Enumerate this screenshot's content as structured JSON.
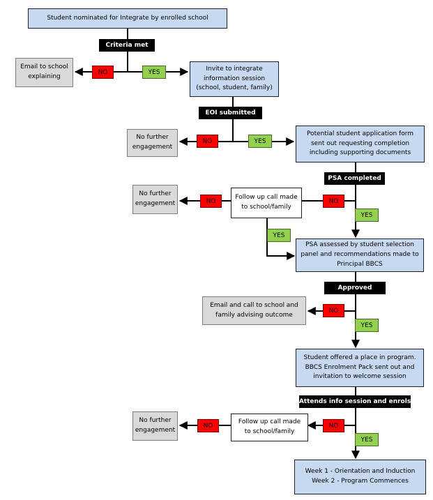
{
  "boxes": {
    "nominated": "Student nominated for Integrate by enrolled school",
    "email_school": [
      "Email to school",
      "explaining"
    ],
    "invite": [
      "Invite to integrate",
      "information session",
      "(school, student, family)"
    ],
    "no_further_1": [
      "No further",
      "engagement"
    ],
    "potential": [
      "Potential student application form",
      "sent out requesting completion",
      "including supporting documents"
    ],
    "no_further_2": [
      "No further",
      "engagement"
    ],
    "followup_1": [
      "Follow up call made",
      "to school/family"
    ],
    "psa_assessed": [
      "PSA assessed by student selection",
      "panel and recommendations made to",
      "Principal BBCS"
    ],
    "email_call": [
      "Email and call to school and",
      "family advising outcome"
    ],
    "offered": [
      "Student offered a place in program.",
      "BBCS Enrolment Pack sent out and",
      "invitation to welcome session"
    ],
    "no_further_3": [
      "No further",
      "engagement"
    ],
    "followup_2": [
      "Follow up call made",
      "to school/family"
    ],
    "week": [
      "Week 1 - Orientation and Induction",
      "Week 2 - Program Commences"
    ]
  },
  "labels": {
    "criteria_met": "Criteria met",
    "eoi_submitted": "EOI submitted",
    "psa_completed": "PSA completed",
    "approved": "Approved",
    "attends": "Attends info session and enrols"
  },
  "decisions": {
    "no": "NO",
    "yes": "YES"
  },
  "colors": {
    "process_box": "#c6d9f1",
    "end_box": "#d9d9d9",
    "no": "#ff0000",
    "yes": "#92d050",
    "condition": "#000000"
  }
}
